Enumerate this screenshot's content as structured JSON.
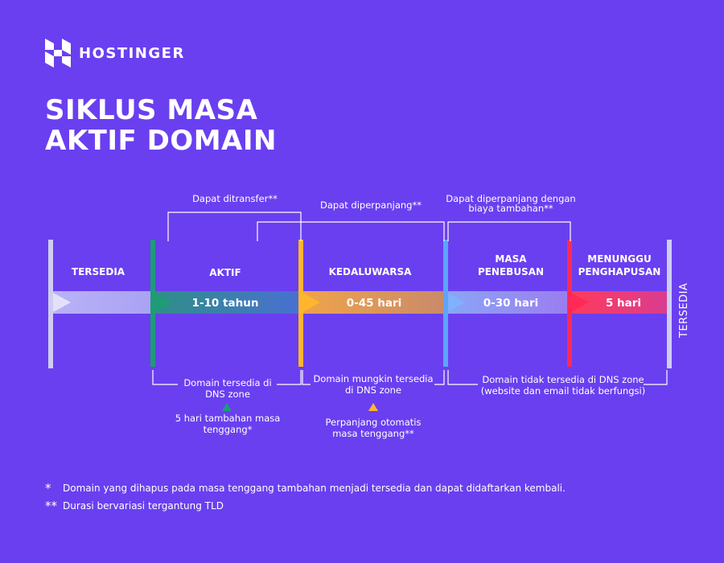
{
  "brand": {
    "name": "HOSTINGER",
    "logo_icon": "hostinger-h-logo"
  },
  "title": {
    "line1": "SIKLUS MASA",
    "line2": "AKTIF DOMAIN"
  },
  "colors": {
    "background": "#6a3ff0",
    "aktif": "#1f9b78",
    "kedaluwarsa": "#ffb52e",
    "penebusan": "#5ea4ff",
    "penghapusan": "#ff2a55",
    "tersedia": "#c9c9f2"
  },
  "phases": {
    "tersedia": "TERSEDIA",
    "aktif": "AKTIF",
    "kedaluwarsa": "KEDALUWARSA",
    "penebusan": "MASA\nPENEBUSAN",
    "penghapusan": "MENUNGGU\nPENGHAPUSAN",
    "tersedia_end": "TERSEDIA"
  },
  "durations": {
    "aktif": "1-10 tahun",
    "kedaluwarsa": "0-45 hari",
    "penebusan": "0-30 hari",
    "penghapusan": "5 hari"
  },
  "top_labels": {
    "transfer": "Dapat ditransfer**",
    "renew": "Dapat diperpanjang**",
    "renew_fee": "Dapat diperpanjang dengan\nbiaya tambahan**"
  },
  "bottom_labels": {
    "aktif_dns": "Domain tersedia di\nDNS zone",
    "grace_extra": "5 hari tambahan masa\ntenggang*",
    "kedaluwarsa_dns": "Domain mungkin tersedia\ndi DNS zone",
    "auto_renew": "Perpanjang otomatis\nmasa tenggang**",
    "no_dns": "Domain tidak tersedia di DNS zone\n(website dan email tidak berfungsi)"
  },
  "footnotes": [
    {
      "mark": "*",
      "text": "Domain yang dihapus pada masa tenggang tambahan menjadi tersedia dan dapat didaftarkan kembali."
    },
    {
      "mark": "**",
      "text": "Durasi bervariasi tergantung TLD"
    }
  ]
}
